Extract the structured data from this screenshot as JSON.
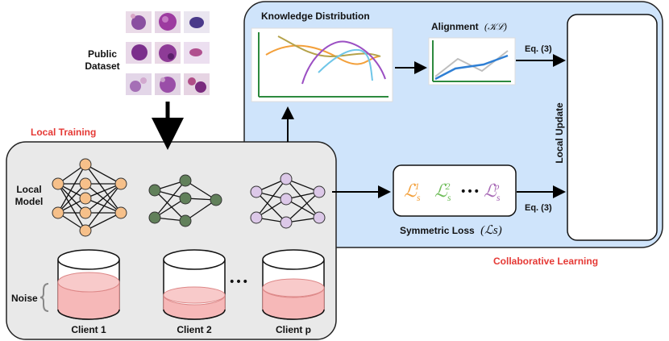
{
  "public_dataset": {
    "line1": "Public",
    "line2": "Dataset"
  },
  "local_training": {
    "title": "Local Training",
    "local_model_line1": "Local",
    "local_model_line2": "Model",
    "noise_label": "Noise"
  },
  "clients": [
    {
      "label": "Client 1"
    },
    {
      "label": "Client 2"
    },
    {
      "label": "Client p"
    }
  ],
  "ellipsis": "•••",
  "collaborative": {
    "title": "Collaborative Learning",
    "knowledge_distribution": "Knowledge Distribution",
    "alignment_text": "Alignment",
    "alignment_math": "(𝒦ℒ)",
    "eq_upper": "Eq. (3)",
    "eq_lower": "Eq. (3)",
    "local_update": "Local Update",
    "symmetric_loss_text": "Symmetric Loss",
    "symmetric_loss_math": "(ℒs)",
    "loss_terms": [
      {
        "base": "ℒ",
        "sub": "s",
        "sup": "1"
      },
      {
        "base": "ℒ",
        "sub": "s",
        "sup": "2"
      },
      {
        "base": "ℒ",
        "sub": "s",
        "sup": "p"
      }
    ],
    "loss_dots": "•••"
  },
  "colors": {
    "orange_node": "#f6c08a",
    "green_node": "#61805a",
    "purple_node": "#dcc8e8",
    "collab_bg": "#cfe4fb",
    "local_bg": "#e9e9e9",
    "red_label": "#e53935",
    "noise_fill": "#f6b8b8"
  }
}
